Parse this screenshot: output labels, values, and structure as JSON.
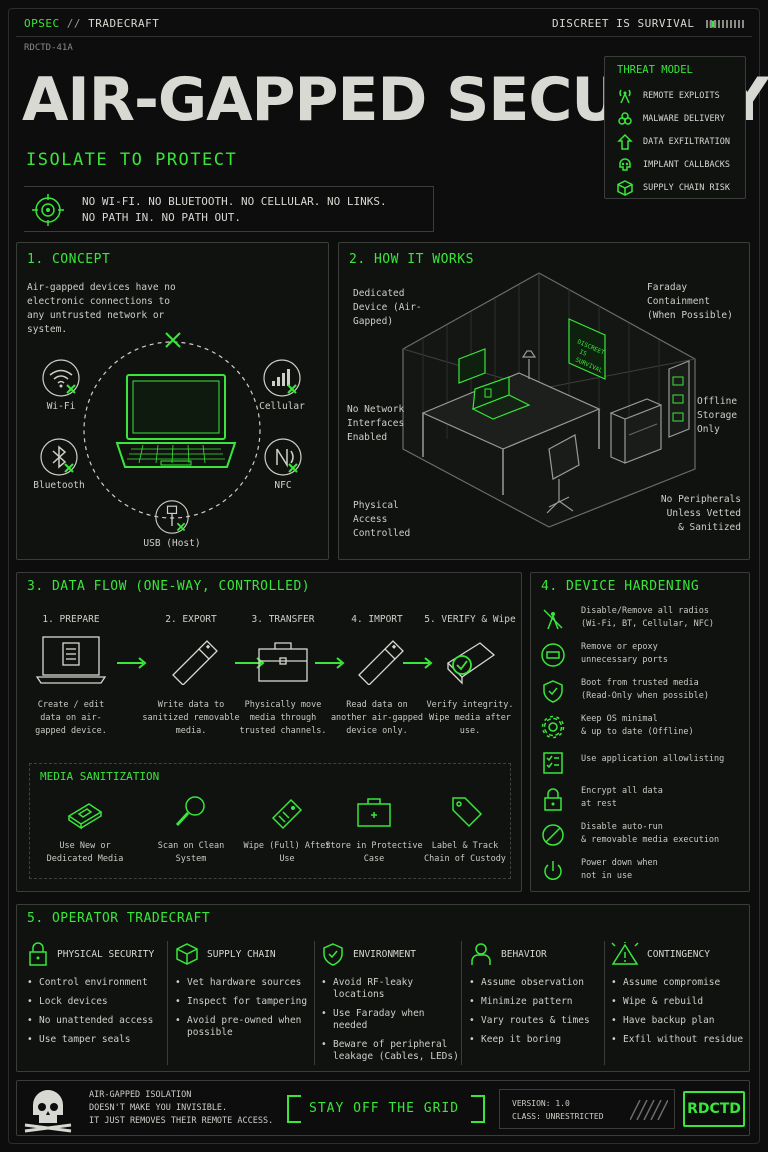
{
  "header": {
    "brand_left": "OPSEC",
    "brand_sep": "//",
    "brand_right": "TRADECRAFT",
    "tagline": "DISCREET IS SURVIVAL",
    "code": "RDCTD-41A",
    "title": "AIR-GAPPED SECURITY",
    "subtitle": "ISOLATE TO PROTECT",
    "banner_line1": "NO WI-FI. NO BLUETOOTH. NO CELLULAR. NO LINKS.",
    "banner_line2": "NO PATH IN. NO PATH OUT."
  },
  "threat_model": {
    "title": "THREAT MODEL",
    "items": [
      {
        "icon": "radio-tower-icon",
        "label": "REMOTE EXPLOITS"
      },
      {
        "icon": "biohazard-icon",
        "label": "MALWARE DELIVERY"
      },
      {
        "icon": "upload-arrow-icon",
        "label": "DATA EXFILTRATION"
      },
      {
        "icon": "skull-icon",
        "label": "IMPLANT CALLBACKS"
      },
      {
        "icon": "box-icon",
        "label": "SUPPLY CHAIN RISK"
      }
    ]
  },
  "concept": {
    "title": "1. CONCEPT",
    "text": "Air-gapped devices have no electronic connections to any untrusted network or system.",
    "labels": {
      "wifi": "Wi-Fi",
      "cellular": "Cellular",
      "bluetooth": "Bluetooth",
      "nfc": "NFC",
      "usb": "USB (Host)"
    }
  },
  "how_it_works": {
    "title": "2. HOW IT WORKS",
    "dedicated": "Dedicated Device (Air-Gapped)",
    "faraday": "Faraday Containment (When Possible)",
    "no_network": "No Network Interfaces Enabled",
    "offline": "Offline Storage Only",
    "physical": "Physical Access Controlled",
    "no_peripherals": "No Peripherals Unless Vetted & Sanitized",
    "poster": "DISCREET IS SURVIVAL"
  },
  "data_flow": {
    "title": "3. DATA FLOW (ONE-WAY, CONTROLLED)",
    "steps": [
      {
        "label": "1. PREPARE",
        "desc": "Create / edit data on air-gapped device."
      },
      {
        "label": "2. EXPORT",
        "desc": "Write data to sanitized removable media."
      },
      {
        "label": "3. TRANSFER",
        "desc": "Physically move media through trusted channels."
      },
      {
        "label": "4. IMPORT",
        "desc": "Read data on another air-gapped device only."
      },
      {
        "label": "5. VERIFY & Wipe",
        "desc": "Verify integrity. Wipe media after use."
      }
    ],
    "sanitization": {
      "title": "MEDIA SANITIZATION",
      "items": [
        {
          "label": "Use New or Dedicated Media"
        },
        {
          "label": "Scan on Clean System"
        },
        {
          "label": "Wipe (Full) After Use"
        },
        {
          "label": "Store in Protective Case"
        },
        {
          "label": "Label & Track Chain of Custody"
        }
      ]
    }
  },
  "hardening": {
    "title": "4. DEVICE HARDENING",
    "items": [
      {
        "icon": "radio-off-icon",
        "l1": "Disable/Remove all radios",
        "l2": "(Wi-Fi, BT, Cellular, NFC)"
      },
      {
        "icon": "port-icon",
        "l1": "Remove or epoxy",
        "l2": "unnecessary ports"
      },
      {
        "icon": "shield-check-icon",
        "l1": "Boot from trusted media",
        "l2": "(Read-Only when possible)"
      },
      {
        "icon": "gear-icon",
        "l1": "Keep OS minimal",
        "l2": "& up to date (Offline)"
      },
      {
        "icon": "checklist-icon",
        "l1": "Use application allowlisting",
        "l2": ""
      },
      {
        "icon": "lock-icon",
        "l1": "Encrypt all data",
        "l2": "at rest"
      },
      {
        "icon": "no-symbol-icon",
        "l1": "Disable auto-run",
        "l2": "& removable media execution"
      },
      {
        "icon": "power-icon",
        "l1": "Power down when",
        "l2": "not in use"
      }
    ]
  },
  "tradecraft": {
    "title": "5. OPERATOR TRADECRAFT",
    "columns": [
      {
        "icon": "padlock-icon",
        "title": "PHYSICAL SECURITY",
        "items": [
          "Control environment",
          "Lock devices",
          "No unattended access",
          "Use tamper seals"
        ]
      },
      {
        "icon": "package-icon",
        "title": "SUPPLY CHAIN",
        "items": [
          "Vet hardware sources",
          "Inspect for tampering",
          "Avoid pre-owned when possible"
        ]
      },
      {
        "icon": "shield-icon",
        "title": "ENVIRONMENT",
        "items": [
          "Avoid RF-leaky locations",
          "Use Faraday when needed",
          "Beware of peripheral leakage (Cables, LEDs)"
        ]
      },
      {
        "icon": "person-icon",
        "title": "BEHAVIOR",
        "items": [
          "Assume observation",
          "Minimize pattern",
          "Vary routes & times",
          "Keep it boring"
        ]
      },
      {
        "icon": "warning-icon",
        "title": "CONTINGENCY",
        "items": [
          "Assume compromise",
          "Wipe & rebuild",
          "Have backup plan",
          "Exfil without residue"
        ]
      }
    ]
  },
  "footer": {
    "line1": "AIR-GAPPED ISOLATION",
    "line2": "DOESN'T MAKE YOU INVISIBLE.",
    "line3": "IT JUST REMOVES THEIR REMOTE ACCESS.",
    "cta": "STAY OFF THE GRID",
    "version": "VERSION: 1.0",
    "class": "CLASS: UNRESTRICTED",
    "logo": "RDCTD"
  },
  "colors": {
    "accent": "#39e639",
    "background": "#0c0d0c",
    "text": "#d8d8d2"
  }
}
